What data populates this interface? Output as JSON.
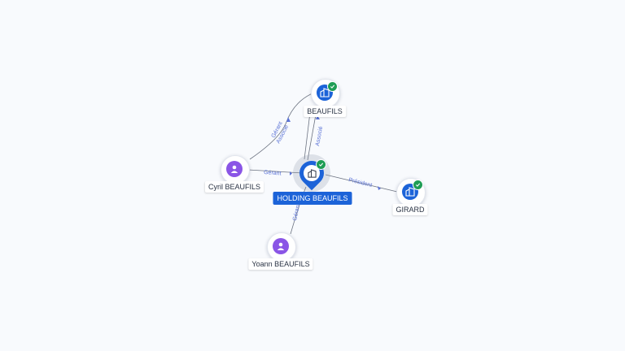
{
  "nodes": {
    "holding": {
      "name": "HOLDING BEAUFILS",
      "kind": "company",
      "verified": true,
      "icon": "building-icon"
    },
    "beaufils": {
      "name": "BEAUFILS",
      "kind": "company",
      "verified": true,
      "icon": "building-icon"
    },
    "girard": {
      "name": "GIRARD",
      "kind": "company",
      "verified": true,
      "icon": "building-icon"
    },
    "cyril": {
      "name": "Cyril BEAUFILS",
      "kind": "person",
      "icon": "person-icon"
    },
    "yoann": {
      "name": "Yoann BEAUFILS",
      "kind": "person",
      "icon": "person-icon"
    }
  },
  "edges": [
    {
      "id": "cyril-beaufils-gerant",
      "from": "cyril",
      "to": "beaufils",
      "label": "Gérant"
    },
    {
      "id": "cyril-beaufils-associe",
      "from": "cyril",
      "to": "beaufils",
      "label": "Associé"
    },
    {
      "id": "cyril-holding-gerant",
      "from": "cyril",
      "to": "holding",
      "label": "Gérant"
    },
    {
      "id": "holding-beaufils-associe",
      "from": "holding",
      "to": "beaufils",
      "label": "Associé"
    },
    {
      "id": "holding-girard-president",
      "from": "holding",
      "to": "girard",
      "label": "Président"
    },
    {
      "id": "yoann-holding-gerant",
      "from": "yoann",
      "to": "holding",
      "label": "Gérant"
    }
  ],
  "colors": {
    "company": "#1c63d8",
    "person": "#8a55e6",
    "verified": "#1f9d55",
    "edge_label": "#5b73d6"
  }
}
